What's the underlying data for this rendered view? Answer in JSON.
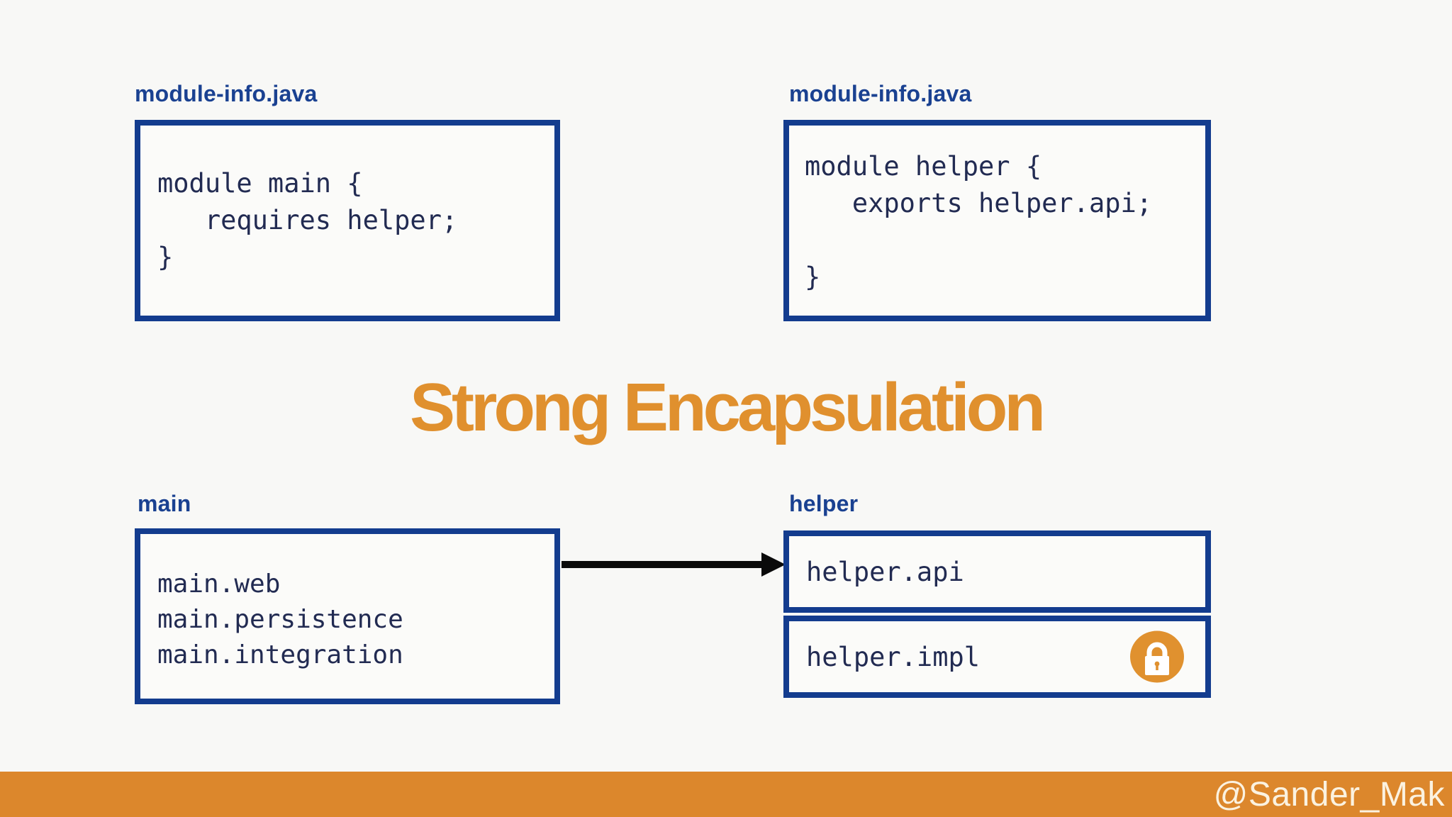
{
  "title": "Strong Encapsulation",
  "colors": {
    "background": "#f8f8f6",
    "box_fill": "#fbfbf9",
    "border_blue": "#133c8e",
    "label_blue": "#1a4191",
    "code_navy": "#222b52",
    "title_orange": "#e0902e",
    "footer_bar_orange": "#dc872c",
    "footer_text_cream": "#fbf2e0",
    "lock_orange": "#e0912f",
    "arrow_black": "#0a0a0a"
  },
  "top_left": {
    "label": "module-info.java",
    "code": "module main {\n   requires helper;\n}"
  },
  "top_right": {
    "label": "module-info.java",
    "code": "module helper {\n   exports helper.api;\n\n}"
  },
  "bottom_left": {
    "label": "main",
    "packages": [
      "main.web",
      "main.persistence",
      "main.integration"
    ]
  },
  "bottom_right": {
    "label": "helper",
    "api_package": "helper.api",
    "impl_package": "helper.impl",
    "impl_icon": "lock-icon"
  },
  "footer": {
    "handle": "@Sander_Mak"
  }
}
